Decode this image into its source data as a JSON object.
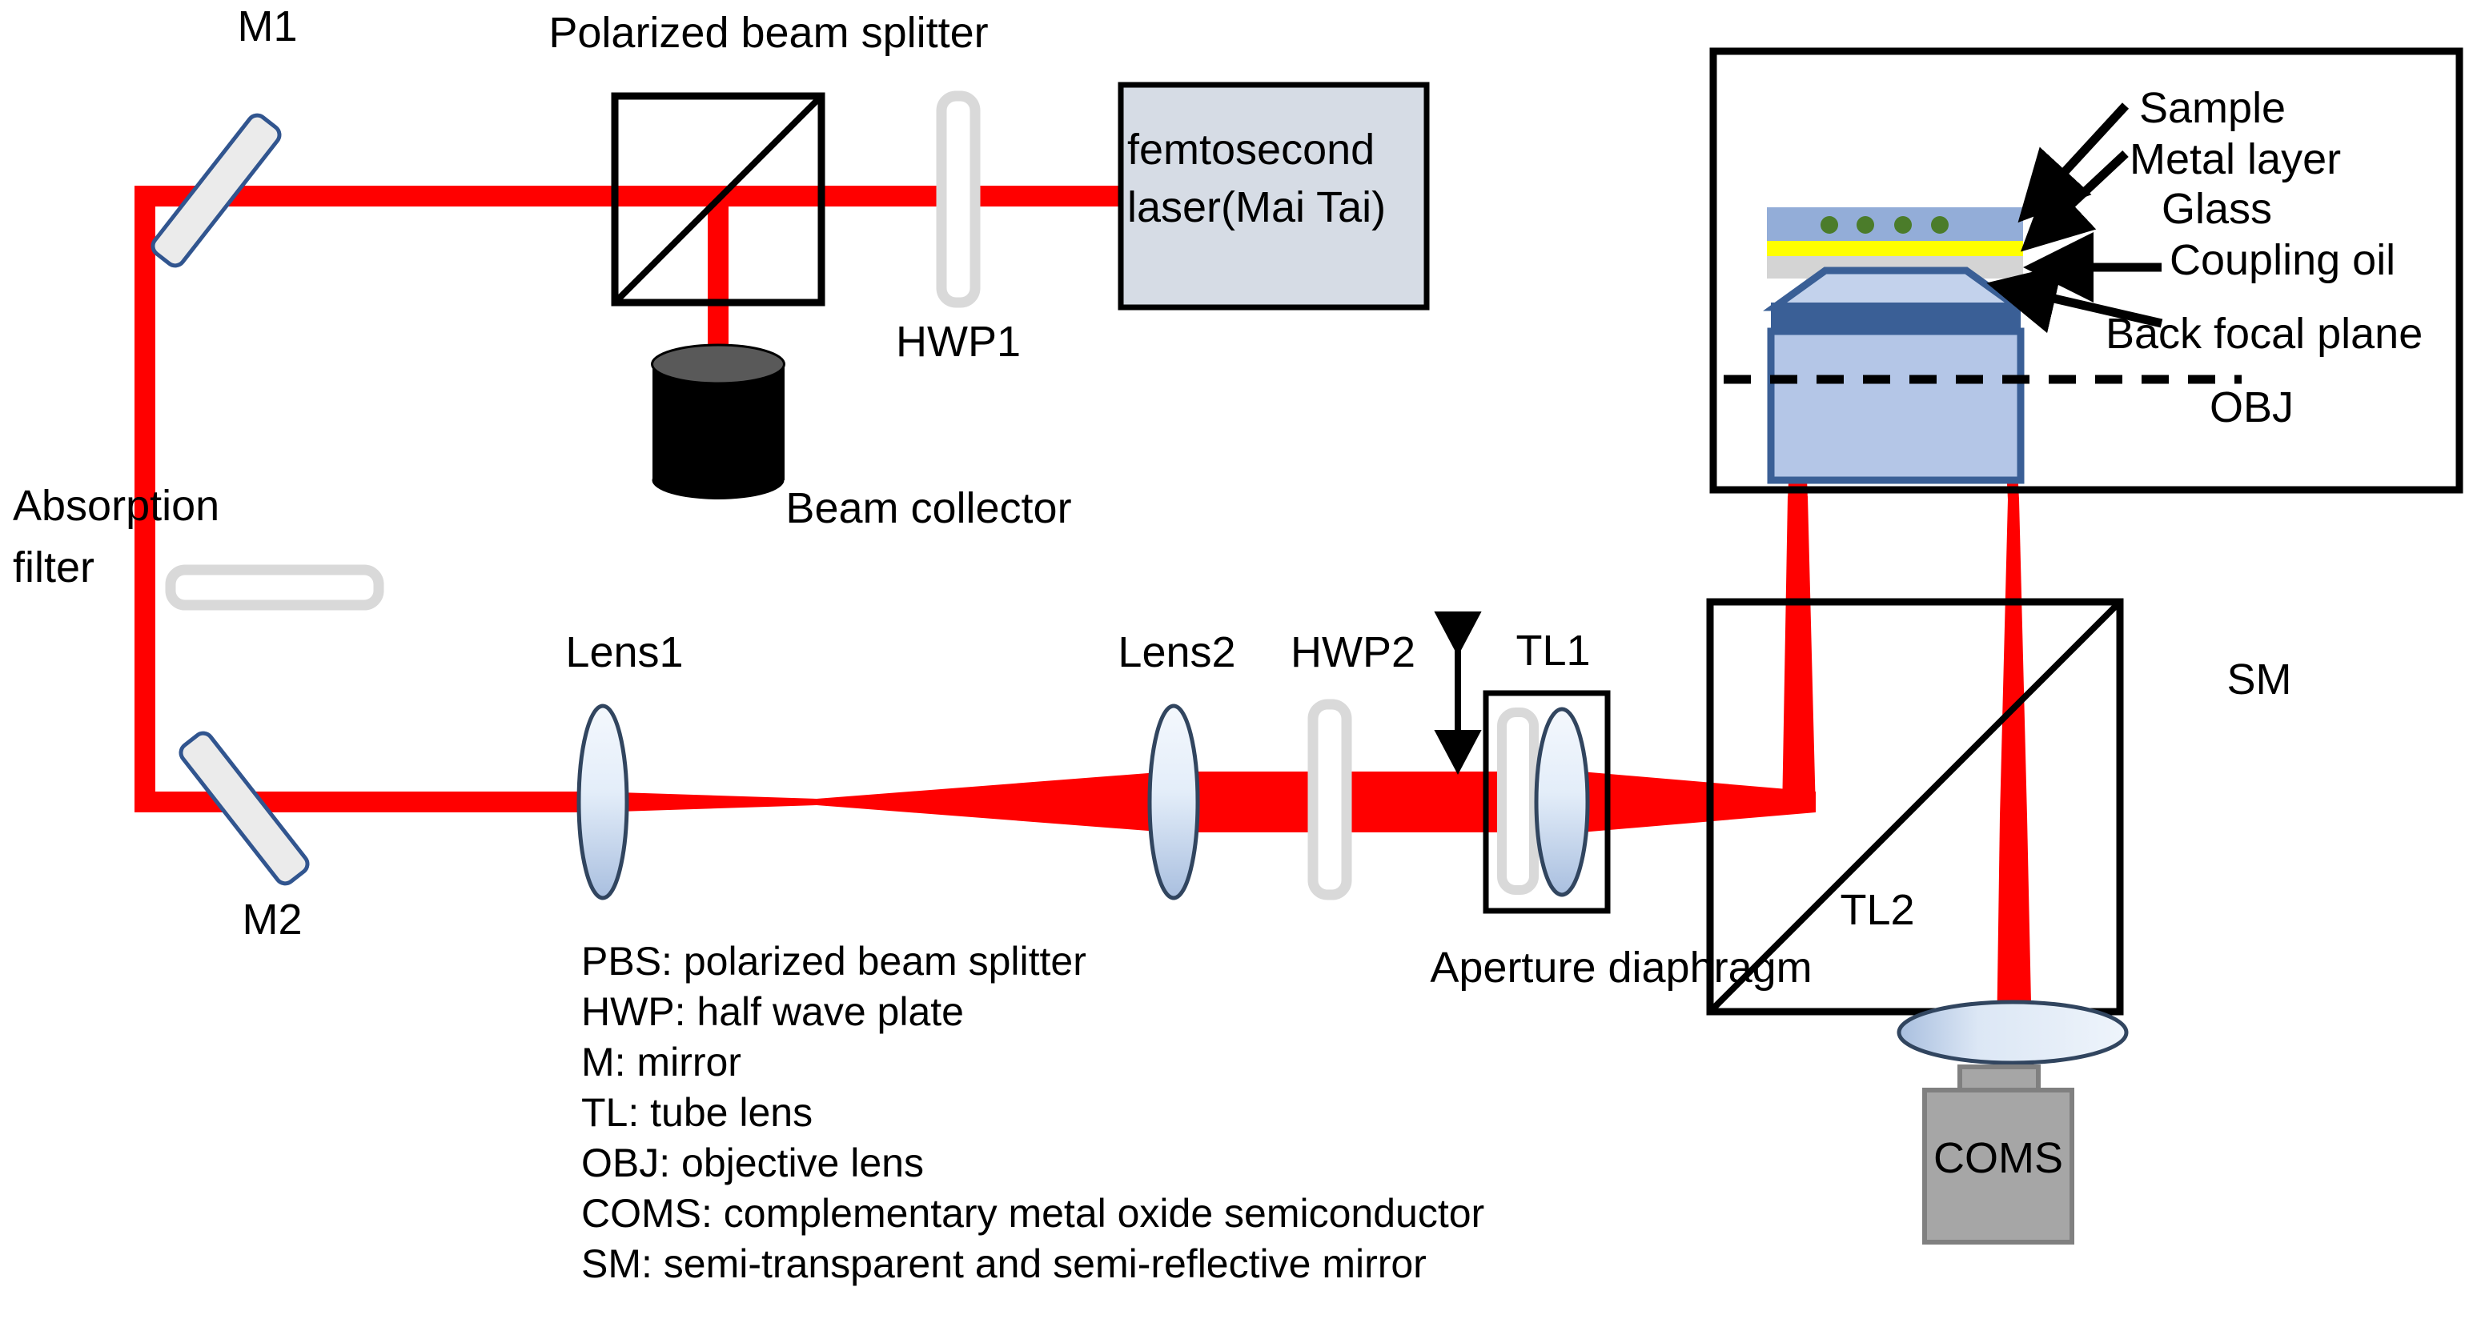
{
  "diagram": {
    "title": "Femtosecond laser optical setup schematic",
    "colors": {
      "beam": "#ff0000",
      "mirror_fill": "#ebebeb",
      "mirror_stroke": "#31558f",
      "waveplate_stroke": "#d9d9d9",
      "laser_box_fill": "#d6dce5",
      "lens_fill_top": "#eaf1fa",
      "lens_fill_bottom": "#aabfdf",
      "lens_stroke": "#31455f",
      "sample_layer": "#93add8",
      "metal_layer": "#ffff00",
      "glass_layer": "#d4d4d4",
      "coupling_oil": "#e6e6e6",
      "objective_body": "#b4c6e7",
      "objective_edge": "#3a5f96",
      "particle": "#4b7c2a",
      "camera_body": "#a6a6a6",
      "camera_edge": "#808080",
      "collector": "#000000",
      "collector_top": "#595959",
      "outline": "#000000"
    },
    "labels": {
      "m1": "M1",
      "m2": "M2",
      "pbs_title": "Polarized beam splitter",
      "hwp1": "HWP1",
      "hwp2": "HWP2",
      "laser": "femtosecond\nlaser(Mai Tai)",
      "laser_line1": "femtosecond",
      "laser_line2": "laser(Mai Tai)",
      "beam_collector": "Beam collector",
      "absorption_filter_line1": "Absorption",
      "absorption_filter_line2": "filter",
      "lens1": "Lens1",
      "lens2": "Lens2",
      "tl1": "TL1",
      "tl2": "TL2",
      "aperture_diaphragm": "Aperture diaphragm",
      "sm": "SM",
      "camera": "COMS",
      "sample": "Sample",
      "metal_layer": "Metal layer",
      "glass": "Glass",
      "coupling_oil": "Coupling oil",
      "back_focal_plane": "Back focal plane",
      "obj": "OBJ"
    },
    "legend": [
      "PBS: polarized beam splitter",
      "HWP: half wave plate",
      "M: mirror",
      "TL: tube lens",
      "OBJ: objective lens",
      "COMS: complementary metal oxide semiconductor",
      "SM: semi-transparent and semi-reflective mirror"
    ]
  }
}
